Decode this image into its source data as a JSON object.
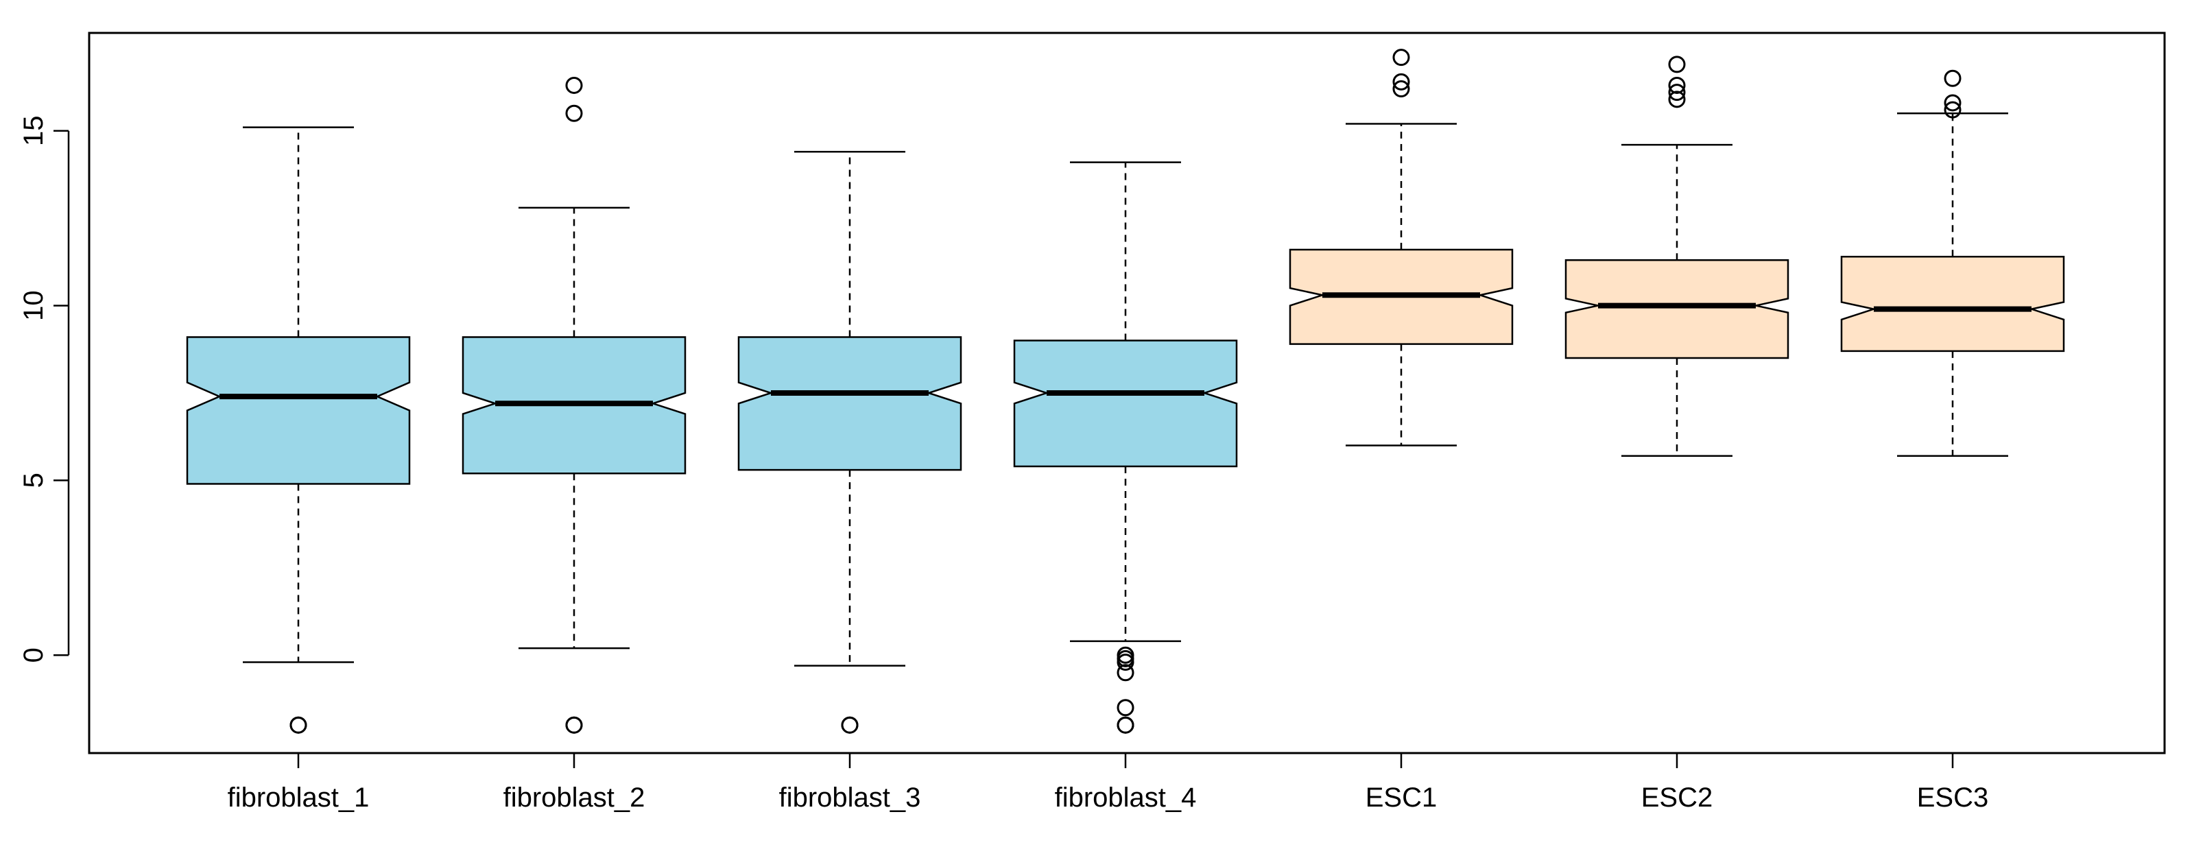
{
  "chart_data": {
    "type": "boxplot",
    "notched": true,
    "categories": [
      "fibroblast_1",
      "fibroblast_2",
      "fibroblast_3",
      "fibroblast_4",
      "ESC1",
      "ESC2",
      "ESC3"
    ],
    "ylim": [
      -2.8,
      17.8
    ],
    "yticks": [
      0,
      5,
      10,
      15
    ],
    "colors": {
      "fibroblast": "#9BD7E8",
      "esc": "#FFE3C7",
      "stroke": "#000000"
    },
    "boxes": [
      {
        "name": "fibroblast_1",
        "fill": "#9BD7E8",
        "whisker_low": -0.2,
        "q1": 4.9,
        "median": 7.4,
        "q3": 9.1,
        "whisker_high": 15.1,
        "notch_low": 7.0,
        "notch_high": 7.8,
        "outliers": [
          -2.0,
          -2.0
        ]
      },
      {
        "name": "fibroblast_2",
        "fill": "#9BD7E8",
        "whisker_low": 0.2,
        "q1": 5.2,
        "median": 7.2,
        "q3": 9.1,
        "whisker_high": 12.8,
        "notch_low": 6.9,
        "notch_high": 7.5,
        "outliers": [
          -2.0,
          -2.0,
          15.5,
          16.3
        ]
      },
      {
        "name": "fibroblast_3",
        "fill": "#9BD7E8",
        "whisker_low": -0.3,
        "q1": 5.3,
        "median": 7.5,
        "q3": 9.1,
        "whisker_high": 14.4,
        "notch_low": 7.2,
        "notch_high": 7.8,
        "outliers": [
          -2.0,
          -2.0
        ]
      },
      {
        "name": "fibroblast_4",
        "fill": "#9BD7E8",
        "whisker_low": 0.4,
        "q1": 5.4,
        "median": 7.5,
        "q3": 9.0,
        "whisker_high": 14.1,
        "notch_low": 7.2,
        "notch_high": 7.8,
        "outliers": [
          0.0,
          -0.1,
          -0.2,
          -0.5,
          -1.5,
          -2.0,
          -2.0
        ]
      },
      {
        "name": "ESC1",
        "fill": "#FFE3C7",
        "whisker_low": 6.0,
        "q1": 8.9,
        "median": 10.3,
        "q3": 11.6,
        "whisker_high": 15.2,
        "notch_low": 10.0,
        "notch_high": 10.5,
        "outliers": [
          16.2,
          16.4,
          17.1
        ]
      },
      {
        "name": "ESC2",
        "fill": "#FFE3C7",
        "whisker_low": 5.7,
        "q1": 8.5,
        "median": 10.0,
        "q3": 11.3,
        "whisker_high": 14.6,
        "notch_low": 9.8,
        "notch_high": 10.2,
        "outliers": [
          15.9,
          16.1,
          16.3,
          16.9
        ]
      },
      {
        "name": "ESC3",
        "fill": "#FFE3C7",
        "whisker_low": 5.7,
        "q1": 8.7,
        "median": 9.9,
        "q3": 11.4,
        "whisker_high": 15.5,
        "notch_low": 9.6,
        "notch_high": 10.1,
        "outliers": [
          15.6,
          15.8,
          16.5
        ]
      }
    ]
  }
}
